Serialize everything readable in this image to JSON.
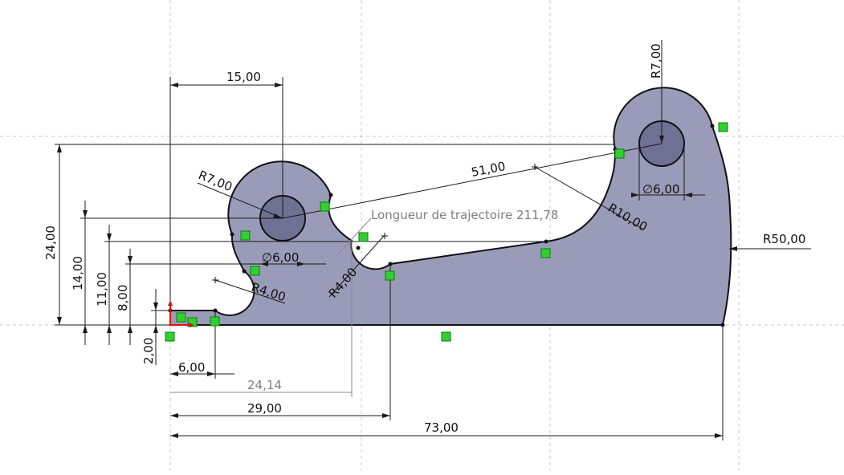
{
  "sketch": {
    "trajectory_label": "Longueur de trajectoire 211,78",
    "colors": {
      "background": "#ffffff",
      "part_fill": "#9a9bb8",
      "hole_fill": "#6f7194",
      "outline": "#111111",
      "dim_line": "#1a1a1a",
      "driven_dim": "#8a8a8a",
      "construction_line": "#c8c8c8",
      "relation_marker": "#2fd12f",
      "origin_red": "#dd1111"
    },
    "dimensions": {
      "width_15": "15,00",
      "r7_left": "R7,00",
      "r7_right": "R7,00",
      "d6_left": "6,00",
      "d6_right": "6,00",
      "dist_51": "51,00",
      "r10": "R10,00",
      "r50": "R50,00",
      "r4_left": "R4,00",
      "r4_mid": "R4,00",
      "h24": "24,00",
      "h14": "14,00",
      "h11": "11,00",
      "h8": "8,00",
      "h2": "2,00",
      "w6": "6,00",
      "w24_14": "24,14",
      "w29": "29,00",
      "w73": "73,00"
    }
  }
}
